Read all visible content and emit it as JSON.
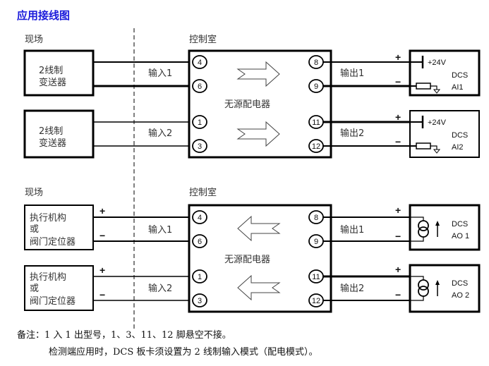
{
  "title": "应用接线图",
  "sections": [
    {
      "field_label": "现场",
      "control_label": "控制室",
      "direction": "field-to-control",
      "devices": [
        {
          "lines": [
            "2线制",
            "变送器"
          ],
          "signs": false
        },
        {
          "lines": [
            "2线制",
            "变送器"
          ],
          "signs": false
        }
      ],
      "inputs": [
        "输入1",
        "输入2"
      ],
      "outputs": [
        "输出1",
        "输出2"
      ],
      "isolator_label": "无源配电器",
      "pins_left": [
        "4",
        "6",
        "1",
        "3"
      ],
      "pins_right": [
        "8",
        "9",
        "11",
        "12"
      ],
      "dcs": [
        {
          "supply": "+24V",
          "name": "DCS",
          "channel": "AI1"
        },
        {
          "supply": "+24V",
          "name": "DCS",
          "channel": "AI2"
        }
      ]
    },
    {
      "field_label": "现场",
      "control_label": "控制室",
      "direction": "control-to-field",
      "devices": [
        {
          "lines": [
            "执行机构",
            "或",
            "阀门定位器"
          ],
          "signs": true
        },
        {
          "lines": [
            "执行机构",
            "或",
            "阀门定位器"
          ],
          "signs": true
        }
      ],
      "inputs": [
        "输入1",
        "输入2"
      ],
      "outputs": [
        "输出1",
        "输出2"
      ],
      "isolator_label": "无源配电器",
      "pins_left": [
        "4",
        "6",
        "1",
        "3"
      ],
      "pins_right": [
        "8",
        "9",
        "11",
        "12"
      ],
      "dcs": [
        {
          "name": "DCS",
          "channel": "AO 1"
        },
        {
          "name": "DCS",
          "channel": "AO 2"
        }
      ]
    }
  ],
  "signs": {
    "plus": "+",
    "minus": "−"
  },
  "notes": {
    "line1": "备注：1 入 1 出型号，1、3、11、12 脚悬空不接。",
    "line2": "检测端应用时，DCS 板卡须设置为 2 线制输入模式（配电模式）。"
  }
}
